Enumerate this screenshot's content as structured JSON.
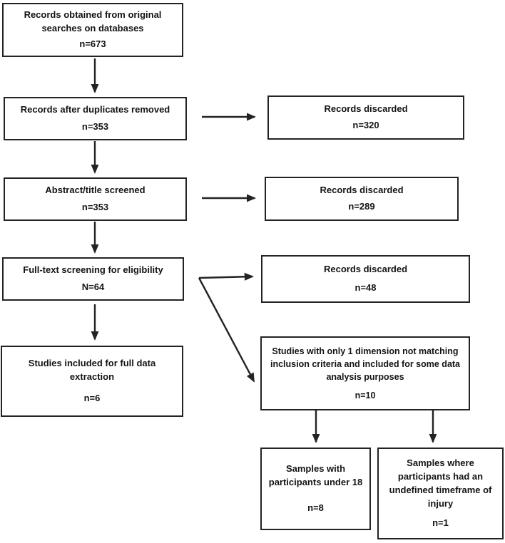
{
  "styles": {
    "background": "#ffffff",
    "border_color": "#232323",
    "text_color": "#141414"
  },
  "boxes": [
    {
      "name": "records-obtained",
      "label": "Records obtained from original searches on databases",
      "count": "n=673"
    },
    {
      "name": "records-after-duplicates",
      "label": "Records after duplicates removed",
      "count": "n=353"
    },
    {
      "name": "records-discarded-duplicates",
      "label": "Records discarded",
      "count": "n=320"
    },
    {
      "name": "abstract-title-screened",
      "label": "Abstract/title screened",
      "count": "n=353"
    },
    {
      "name": "records-discarded-abstract",
      "label": "Records discarded",
      "count": "n=289"
    },
    {
      "name": "full-text-screening",
      "label": "Full-text screening for eligibility",
      "count": "N=64"
    },
    {
      "name": "records-discarded-fulltext",
      "label": "Records discarded",
      "count": "n=48"
    },
    {
      "name": "studies-included",
      "label": "Studies included for full data extraction",
      "count": "n=6"
    },
    {
      "name": "one-dimension-studies",
      "label": "Studies with only 1 dimension not matching inclusion criteria and included for some data analysis purposes",
      "count": "n=10"
    },
    {
      "name": "samples-under-18",
      "label": "Samples with participants under 18",
      "count": "n=8"
    },
    {
      "name": "samples-undefined-timeframe",
      "label": "Samples where participants had an undefined timeframe of injury",
      "count": "n=1"
    }
  ]
}
